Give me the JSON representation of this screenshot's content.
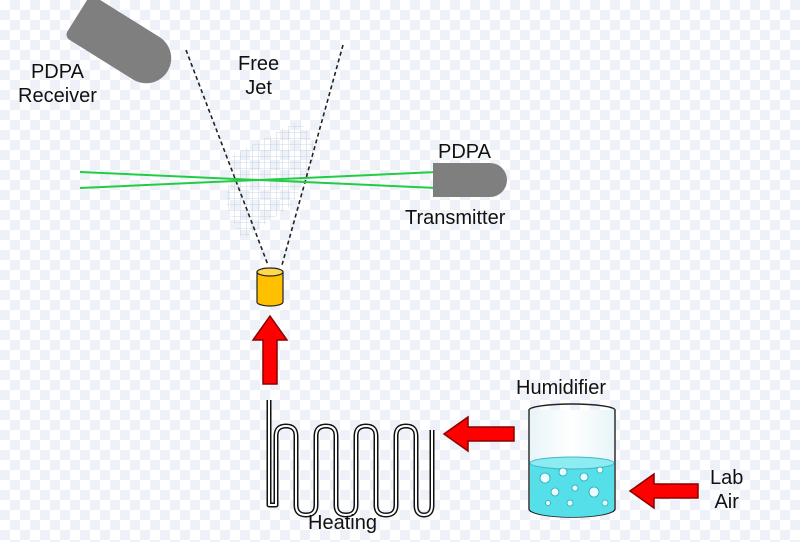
{
  "labels": {
    "receiver_line1": "PDPA",
    "receiver_line2": "Receiver",
    "jet_line1": "Free",
    "jet_line2": "Jet",
    "transmitter_line1": "PDPA",
    "transmitter_line2": "Transmitter",
    "humidifier": "Humidifier",
    "heating": "Heating",
    "air_line1": "Lab",
    "air_line2": "Air"
  },
  "colors": {
    "device_gray": "#7f7f7f",
    "laser_green": "#22cc44",
    "nozzle_yellow": "#ffc000",
    "arrow_red": "#ff0000",
    "water_cyan": "#55dfe8",
    "mesh_gray": "#b8c8d8"
  },
  "icons": [
    "pdpa-receiver-icon",
    "pdpa-transmitter-icon",
    "nozzle-icon",
    "heating-coil-icon",
    "humidifier-beaker-icon",
    "flow-arrow-icon"
  ]
}
